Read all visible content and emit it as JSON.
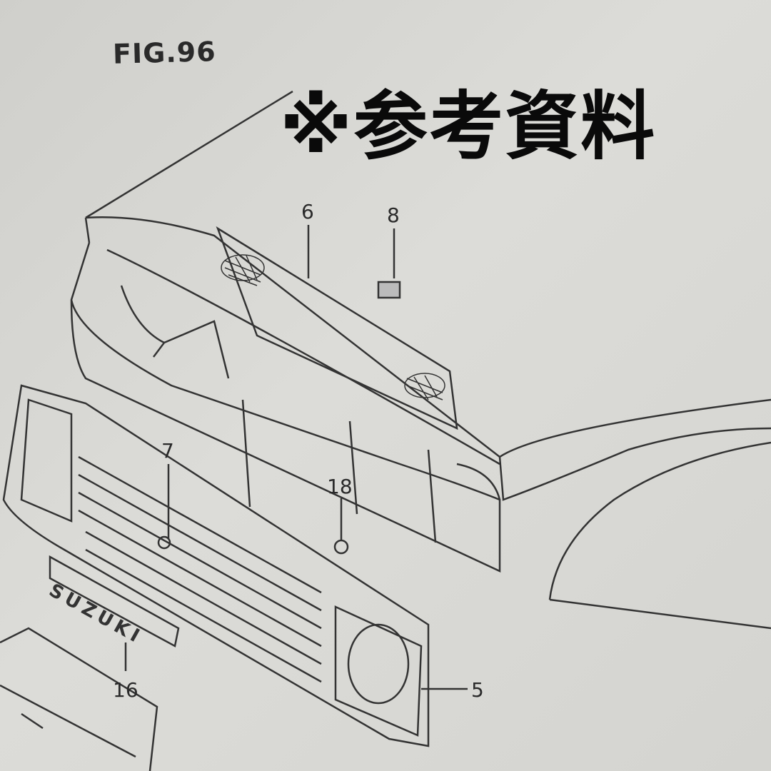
{
  "figure": {
    "title": "FIG.96",
    "overlay_note": "※参考資料"
  },
  "callouts": [
    {
      "label": "6"
    },
    {
      "label": "8"
    },
    {
      "label": "7"
    },
    {
      "label": "18"
    },
    {
      "label": "16"
    },
    {
      "label": "5"
    }
  ],
  "emblem_text": "SUZUKI",
  "colors": {
    "paper": "#d6d6d2",
    "ink": "#2a2a2a",
    "note": "#0a0a0a"
  }
}
